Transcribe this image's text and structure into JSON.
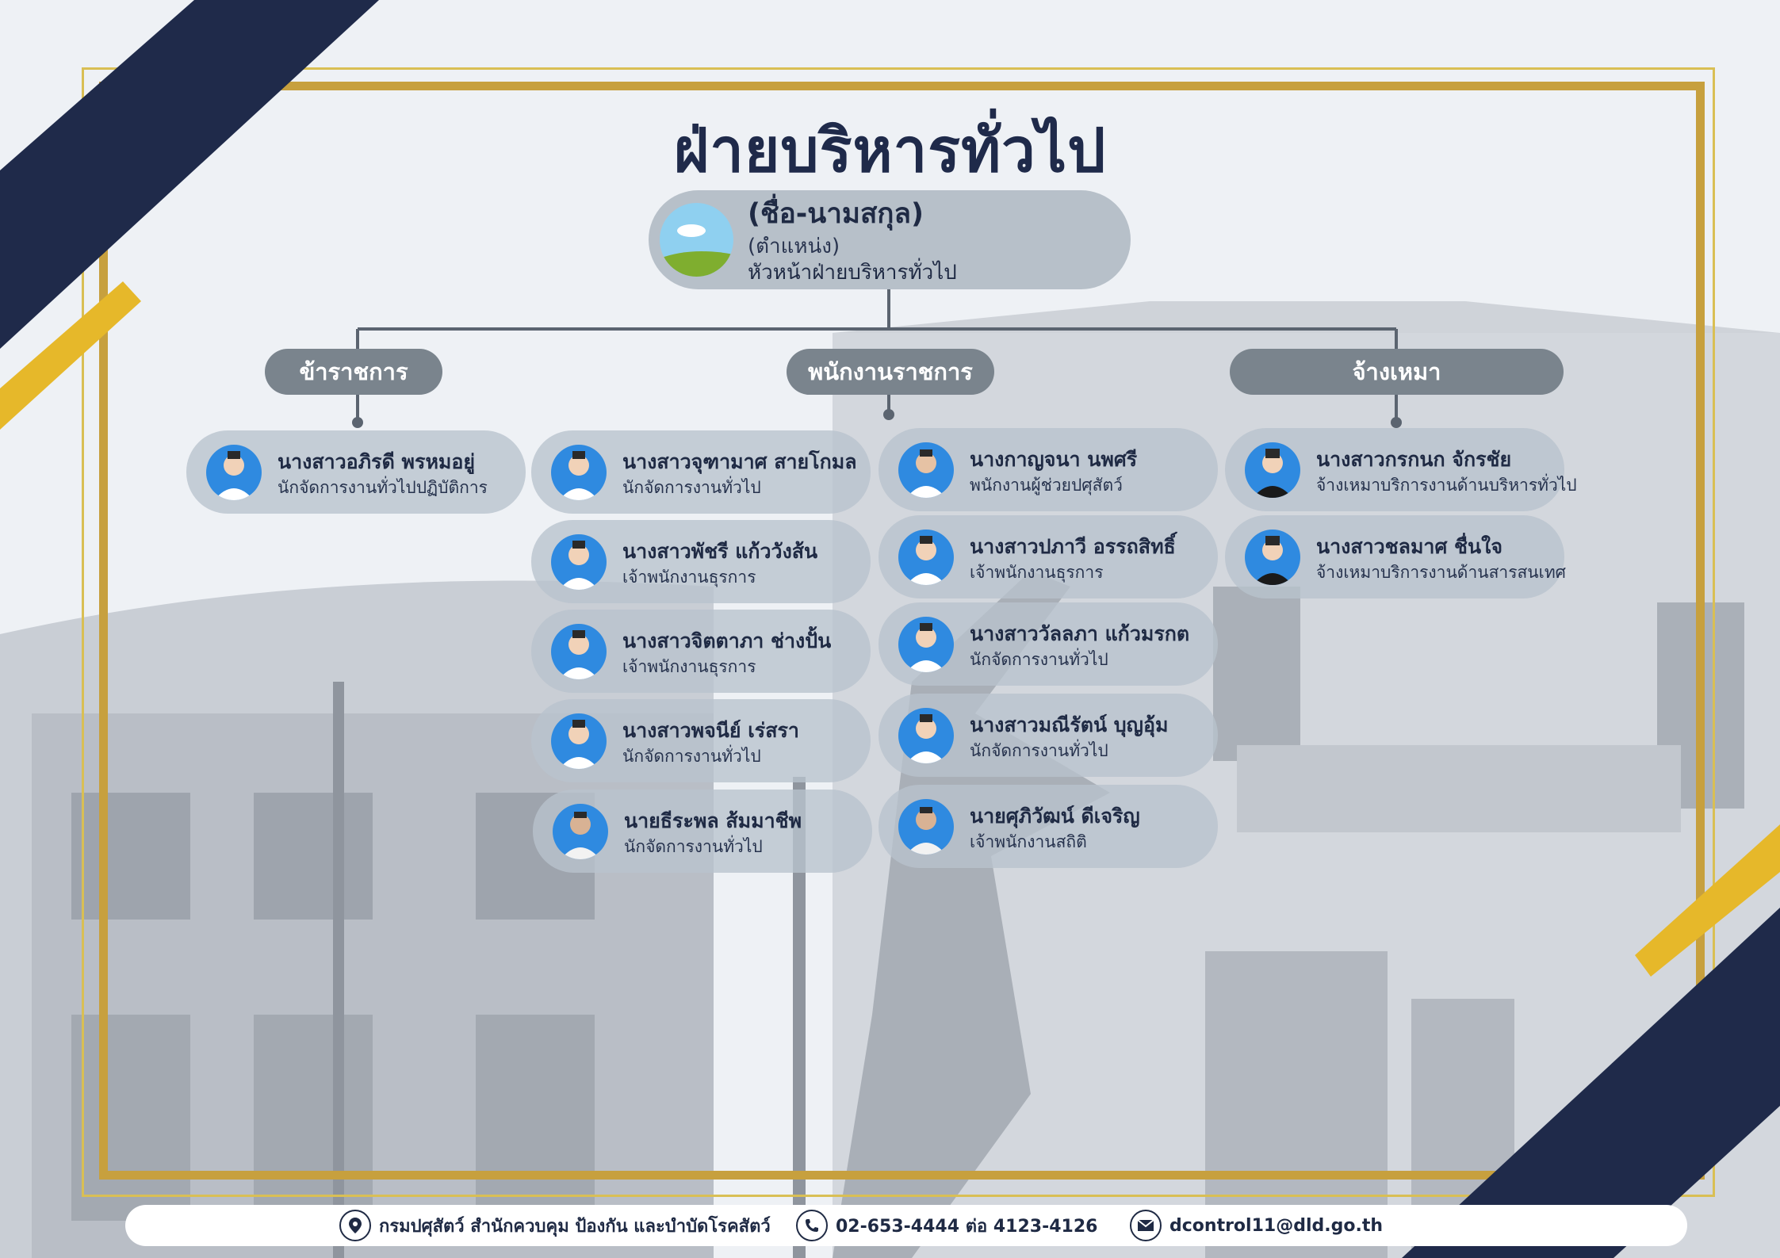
{
  "title": "ฝ่ายบริหารทั่วไป",
  "head": {
    "name": "(ชื่อ-นามสกุล)",
    "position": "(ตำแหน่ง)",
    "role": "หัวหน้าฝ่ายบริหารทั่วไป"
  },
  "groups": {
    "civil_servant": "ข้าราชการ",
    "government_employee": "พนักงานราชการ",
    "contract": "จ้างเหมา"
  },
  "staff": [
    {
      "name": "นางสาวอภิรดี  พรหมอยู่",
      "position": "นักจัดการงานทั่วไปปฏิบัติการ"
    },
    {
      "name": "นางสาวจุฑามาศ สายโกมล",
      "position": "นักจัดการงานทั่วไป"
    },
    {
      "name": "นางสาวพัชรี แก้ววังส้น",
      "position": "เจ้าพนักงานธุรการ"
    },
    {
      "name": "นางสาวจิตตาภา ช่างปั้น",
      "position": "เจ้าพนักงานธุรการ"
    },
    {
      "name": "นางสาวพจนีย์ เร่สรา",
      "position": "นักจัดการงานทั่วไป"
    },
    {
      "name": "นายธีระพล ส้มมาชีพ",
      "position": "นักจัดการงานทั่วไป"
    },
    {
      "name": "นางกาญจนา นพศรี",
      "position": "พนักงานผู้ช่วยปศุสัตว์"
    },
    {
      "name": "นางสาวปภาวี อรรถสิทธิ์",
      "position": "เจ้าพนักงานธุรการ"
    },
    {
      "name": "นางสาววัลลภา แก้วมรกต",
      "position": "นักจัดการงานทั่วไป"
    },
    {
      "name": "นางสาวมณีรัตน์ บุญอุ้ม",
      "position": "นักจัดการงานทั่วไป"
    },
    {
      "name": "นายศุภิวัฒน์ ดีเจริญ",
      "position": "เจ้าพนักงานสถิติ"
    },
    {
      "name": "นางสาวกรกนก จักรชัย",
      "position": "จ้างเหมาบริการงานด้านบริหารทั่วไป"
    },
    {
      "name": "นางสาวชลมาศ ชื่นใจ",
      "position": "จ้างเหมาบริการงานด้านสารสนเทศ"
    }
  ],
  "footer": {
    "address": "กรมปศุสัตว์ สำนักควบคุม ป้องกัน และบำบัดโรคสัตว์",
    "phone": "02-653-4444 ต่อ 4123-4126",
    "email": "dcontrol11@dld.go.th"
  },
  "icons": {
    "address": "location-pin-icon",
    "phone": "phone-icon",
    "email": "envelope-icon"
  },
  "colors": {
    "navy": "#1f2a4a",
    "gold": "#c7a03e",
    "yellow": "#e6b82a",
    "card": "#b9c3cd",
    "pill": "#7a848d"
  }
}
